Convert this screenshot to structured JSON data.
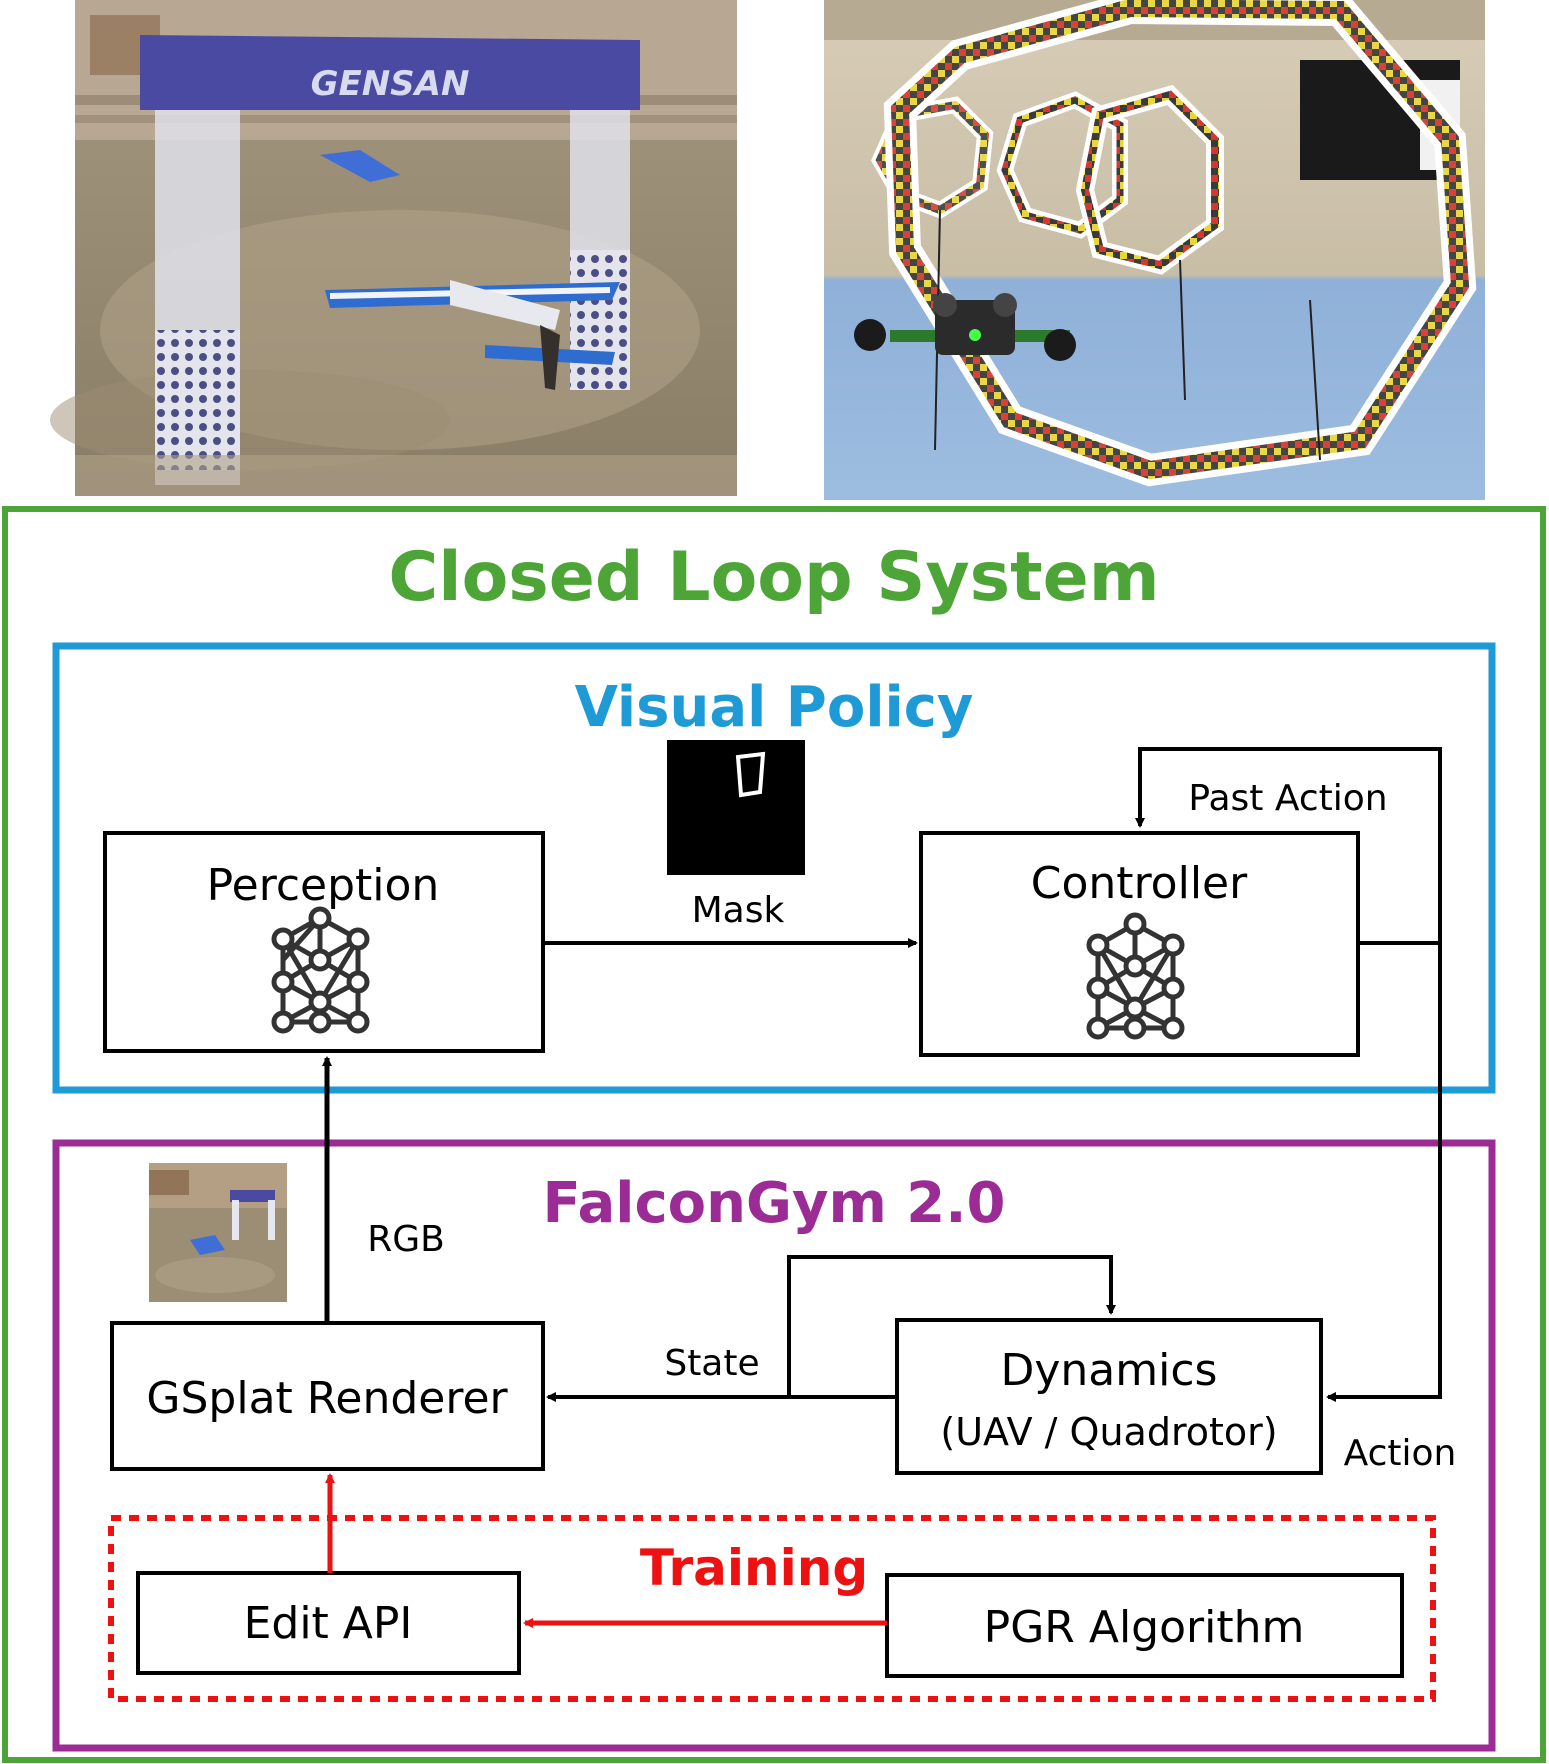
{
  "titles": {
    "closed_loop": "Closed Loop System",
    "visual_policy": "Visual Policy",
    "falcongym": "FalconGym 2.0",
    "training": "Training"
  },
  "blocks": {
    "perception": "Perception",
    "controller": "Controller",
    "gsplat": "GSplat Renderer",
    "dynamics": "Dynamics",
    "dynamics_sub": "(UAV / Quadrotor)",
    "edit_api": "Edit API",
    "pgr": "PGR Algorithm"
  },
  "edges": {
    "mask": "Mask",
    "past_action": "Past Action",
    "rgb": "RGB",
    "state": "State",
    "action": "Action"
  },
  "colors": {
    "closed_loop": "#4ea537",
    "visual_policy": "#1e9ad6",
    "falcongym": "#9b2c96",
    "training": "#ee1111",
    "block_stroke": "#000000"
  },
  "photos": {
    "left": "fixed-wing-aircraft-through-gate-photo",
    "right": "quadrotor-drone-through-hoop-photo",
    "thumbnail": "rendered-arena-thumbnail"
  }
}
